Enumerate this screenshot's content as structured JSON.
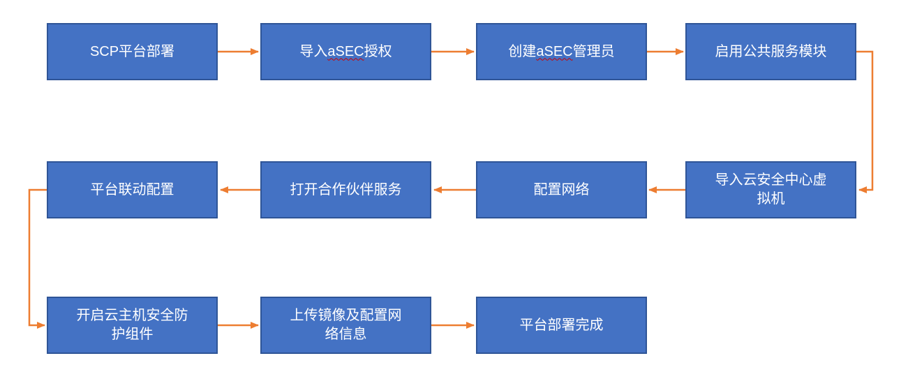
{
  "colors": {
    "box_fill": "#4472C4",
    "box_border": "#2F5597",
    "box_text": "#FFFFFF",
    "arrow": "#ED7D31",
    "spellcheck": "#CC0000"
  },
  "nodes": [
    {
      "id": "scp-platform-deploy",
      "label": "SCP平台部署"
    },
    {
      "id": "import-asec-license",
      "label": "导入aSEC授权",
      "pre": "导入",
      "misspelled": "aSEC",
      "post": "授权"
    },
    {
      "id": "create-asec-admin",
      "label": "创建aSEC管理员",
      "pre": "创建",
      "misspelled": "aSEC",
      "post": "管理员"
    },
    {
      "id": "enable-public-service-module",
      "label": "启用公共服务模块"
    },
    {
      "id": "import-cloud-security-vm",
      "label": "导入云安全中心虚\n拟机"
    },
    {
      "id": "configure-network",
      "label": "配置网络"
    },
    {
      "id": "open-partner-services",
      "label": "打开合作伙伴服务"
    },
    {
      "id": "platform-linkage-config",
      "label": "平台联动配置"
    },
    {
      "id": "enable-host-security-component",
      "label": "开启云主机安全防\n护组件"
    },
    {
      "id": "upload-image-config-network",
      "label": "上传镜像及配置网\n络信息"
    },
    {
      "id": "platform-deploy-complete",
      "label": "平台部署完成"
    }
  ],
  "edges": [
    {
      "from": "scp-platform-deploy",
      "to": "import-asec-license"
    },
    {
      "from": "import-asec-license",
      "to": "create-asec-admin"
    },
    {
      "from": "create-asec-admin",
      "to": "enable-public-service-module"
    },
    {
      "from": "enable-public-service-module",
      "to": "import-cloud-security-vm"
    },
    {
      "from": "import-cloud-security-vm",
      "to": "configure-network"
    },
    {
      "from": "configure-network",
      "to": "open-partner-services"
    },
    {
      "from": "open-partner-services",
      "to": "platform-linkage-config"
    },
    {
      "from": "platform-linkage-config",
      "to": "enable-host-security-component"
    },
    {
      "from": "enable-host-security-component",
      "to": "upload-image-config-network"
    },
    {
      "from": "upload-image-config-network",
      "to": "platform-deploy-complete"
    }
  ]
}
